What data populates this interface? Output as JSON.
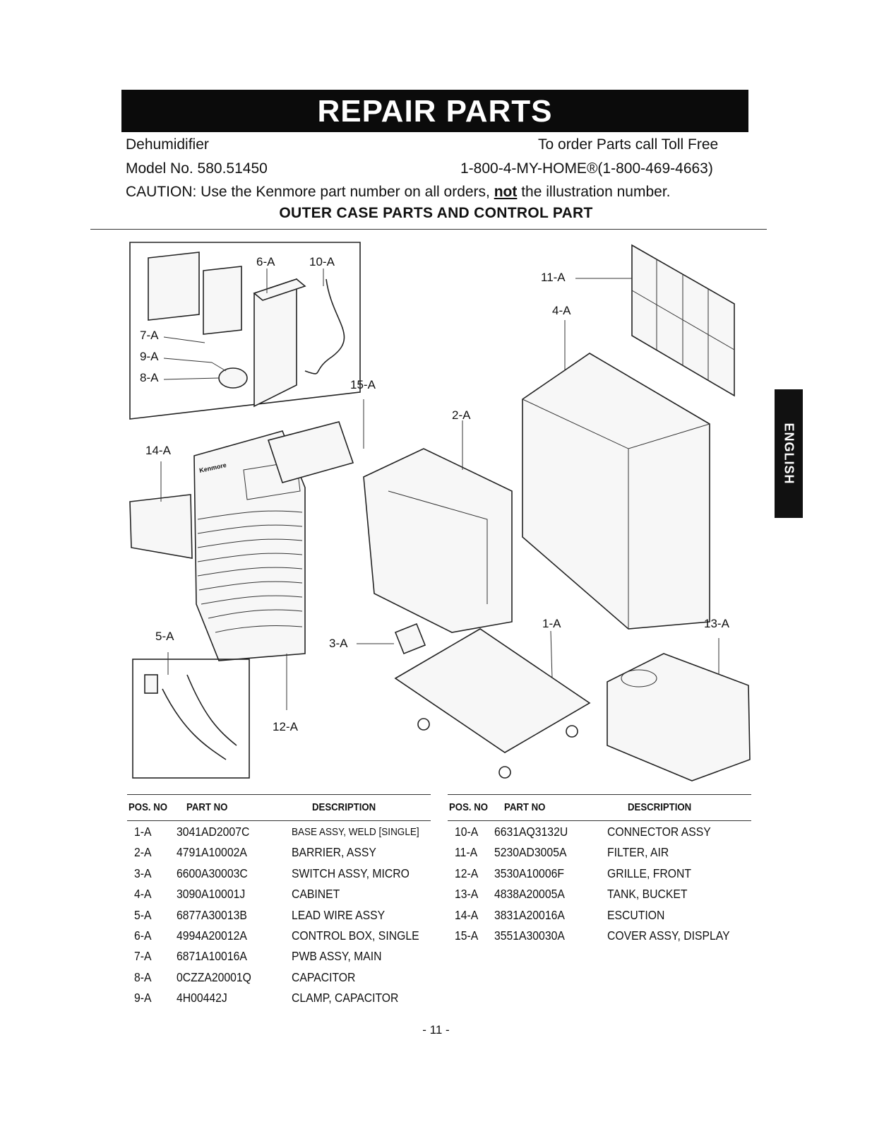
{
  "header": {
    "banner": "REPAIR PARTS",
    "product": "Dehumidifier",
    "model": "Model No. 580.51450",
    "order_label": "To order Parts call Toll Free",
    "order_phone": "1-800-4-MY-HOME®(1-800-469-4663)",
    "caution_pre": "CAUTION: Use the Kenmore part number on all orders, ",
    "caution_not": "not",
    "caution_post": " the illustration number."
  },
  "section_title": "OUTER CASE PARTS AND CONTROL PART",
  "side_tab": "ENGLISH",
  "diagram": {
    "brand_mark": "Kenmore",
    "callouts": {
      "c6": "6-A",
      "c10": "10-A",
      "c7": "7-A",
      "c9": "9-A",
      "c8": "8-A",
      "c15": "15-A",
      "c14": "14-A",
      "c11": "11-A",
      "c4": "4-A",
      "c2": "2-A",
      "c1": "1-A",
      "c13": "13-A",
      "c5": "5-A",
      "c3": "3-A",
      "c12": "12-A"
    }
  },
  "table": {
    "headers": {
      "pos": "POS. NO",
      "part": "PART NO",
      "desc": "DESCRIPTION"
    },
    "left": [
      {
        "pos": "1-A",
        "part": "3041AD2007C",
        "desc": "BASE ASSY, WELD [SINGLE]"
      },
      {
        "pos": "2-A",
        "part": "4791A10002A",
        "desc": "BARRIER, ASSY"
      },
      {
        "pos": "3-A",
        "part": "6600A30003C",
        "desc": "SWITCH ASSY, MICRO"
      },
      {
        "pos": "4-A",
        "part": "3090A10001J",
        "desc": "CABINET"
      },
      {
        "pos": "5-A",
        "part": "6877A30013B",
        "desc": "LEAD WIRE ASSY"
      },
      {
        "pos": "6-A",
        "part": "4994A20012A",
        "desc": "CONTROL BOX, SINGLE"
      },
      {
        "pos": "7-A",
        "part": "6871A10016A",
        "desc": "PWB ASSY, MAIN"
      },
      {
        "pos": "8-A",
        "part": "0CZZA20001Q",
        "desc": "CAPACITOR"
      },
      {
        "pos": "9-A",
        "part": "4H00442J",
        "desc": "CLAMP, CAPACITOR"
      }
    ],
    "right": [
      {
        "pos": "10-A",
        "part": "6631AQ3132U",
        "desc": "CONNECTOR ASSY"
      },
      {
        "pos": "11-A",
        "part": "5230AD3005A",
        "desc": "FILTER, AIR"
      },
      {
        "pos": "12-A",
        "part": "3530A10006F",
        "desc": "GRILLE, FRONT"
      },
      {
        "pos": "13-A",
        "part": "4838A20005A",
        "desc": "TANK, BUCKET"
      },
      {
        "pos": "14-A",
        "part": "3831A20016A",
        "desc": "ESCUTION"
      },
      {
        "pos": "15-A",
        "part": "3551A30030A",
        "desc": "COVER ASSY, DISPLAY"
      }
    ]
  },
  "page_number": "- 11 -"
}
